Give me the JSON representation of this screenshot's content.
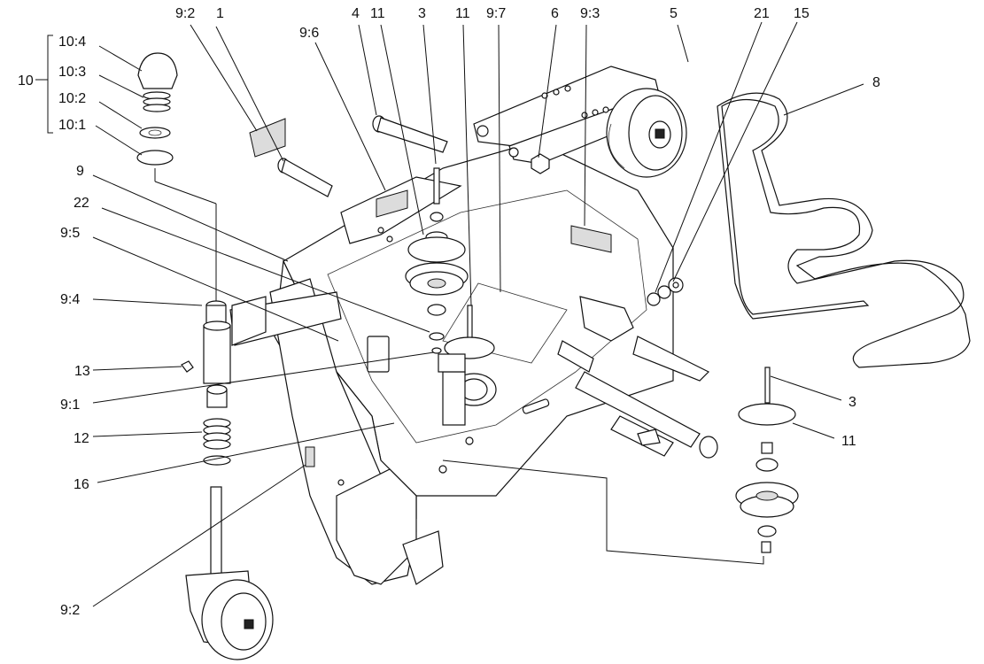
{
  "labels": {
    "l_10_4": "10:4",
    "l_10_3": "10:3",
    "l_10_2": "10:2",
    "l_10_1": "10:1",
    "l_10": "10",
    "l_9_2_top": "9:2",
    "l_1": "1",
    "l_9_6": "9:6",
    "l_4": "4",
    "l_11_a": "11",
    "l_3_a": "3",
    "l_11_b": "11",
    "l_9_7": "9:7",
    "l_6": "6",
    "l_9_3": "9:3",
    "l_5": "5",
    "l_21": "21",
    "l_15": "15",
    "l_8": "8",
    "l_9": "9",
    "l_22": "22",
    "l_9_5": "9:5",
    "l_9_4": "9:4",
    "l_13": "13",
    "l_9_1": "9:1",
    "l_12": "12",
    "l_16": "16",
    "l_9_2_bottom": "9:2",
    "l_3_b": "3",
    "l_11_c": "11"
  }
}
